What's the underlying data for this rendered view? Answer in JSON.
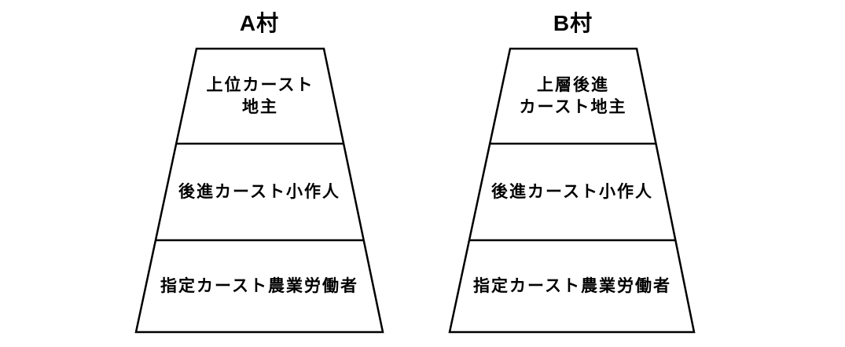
{
  "diagram": {
    "description": "Two three-tier caste hierarchy trapezoids comparing two villages",
    "villages": [
      {
        "title": "A村",
        "tiers": [
          {
            "label": "上位カースト\n地主"
          },
          {
            "label": "後進カースト小作人"
          },
          {
            "label": "指定カースト農業労働者"
          }
        ]
      },
      {
        "title": "B村",
        "tiers": [
          {
            "label": "上層後進\nカースト地主"
          },
          {
            "label": "後進カースト小作人"
          },
          {
            "label": "指定カースト農業労働者"
          }
        ]
      }
    ]
  },
  "colors": {
    "background": "#ffffff",
    "stroke": "#000000",
    "text": "#000000"
  }
}
